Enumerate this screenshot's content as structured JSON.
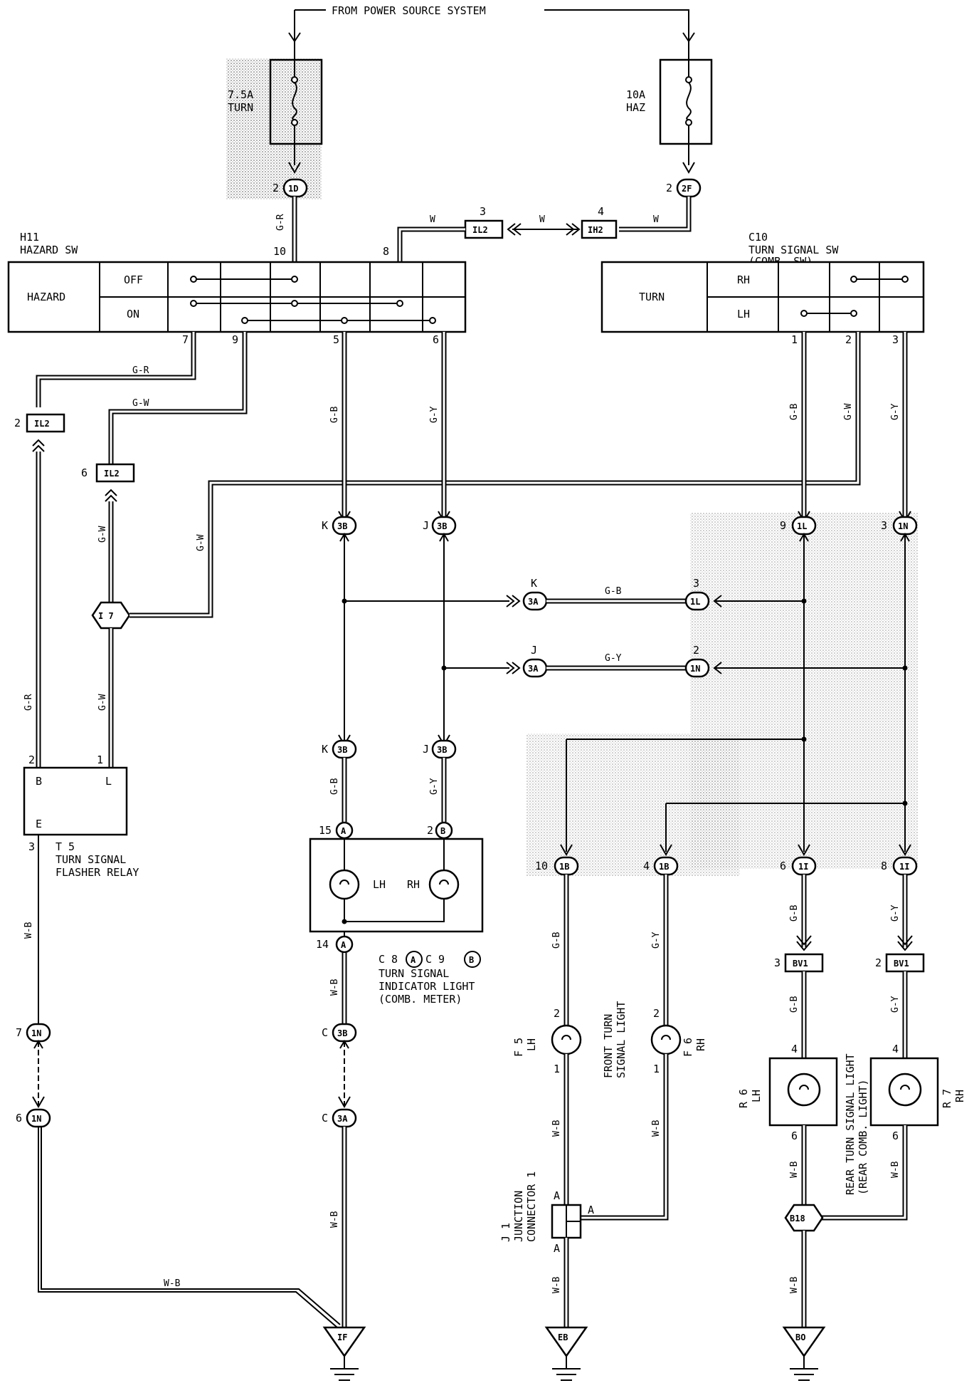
{
  "power_source": "FROM POWER SOURCE SYSTEM",
  "fuses": {
    "turn": {
      "rating": "7.5A",
      "name": "TURN"
    },
    "haz": {
      "rating": "10A",
      "name": "HAZ"
    }
  },
  "hazard_sw": {
    "id": "H11",
    "name": "HAZARD SW",
    "label": "HAZARD",
    "off": "OFF",
    "on": "ON"
  },
  "turn_sw": {
    "id": "C10",
    "name": "TURN SIGNAL SW",
    "sub": "(COMB. SW)",
    "label": "TURN",
    "rh": "RH",
    "lh": "LH"
  },
  "flasher": {
    "id": "T 5",
    "name1": "TURN SIGNAL",
    "name2": "FLASHER RELAY",
    "b": "B",
    "l": "L",
    "e": "E"
  },
  "indicator": {
    "id": "C 8",
    "conn_a": "A",
    "id2": "C 9",
    "conn_b": "B",
    "name1": "TURN SIGNAL",
    "name2": "INDICATOR LIGHT",
    "name3": "(COMB. METER)",
    "lh": "LH",
    "rh": "RH"
  },
  "front_lights": {
    "f5": "F 5",
    "f5_side": "LH",
    "f6": "F 6",
    "f6_side": "RH",
    "name1": "FRONT TURN",
    "name2": "SIGNAL LIGHT"
  },
  "rear_lights": {
    "r6": "R 6",
    "r6_side": "LH",
    "r7": "R 7",
    "r7_side": "RH",
    "name1": "REAR TURN SIGNAL LIGHT",
    "name2": "(REAR COMB. LIGHT)"
  },
  "junction": {
    "id": "J 1",
    "name1": "JUNCTION",
    "name2": "CONNECTOR 1",
    "a": "A"
  },
  "connectors": {
    "c_1D": "1D",
    "c_2F": "2F",
    "c_IL2": "IL2",
    "c_IH2": "IH2",
    "c_3B": "3B",
    "c_3A": "3A",
    "c_1L": "1L",
    "c_1N": "1N",
    "c_1B": "1B",
    "c_1I": "1I",
    "c_BV1": "BV1",
    "c_I7": "I 7",
    "c_B18": "B18",
    "c_A": "A",
    "c_B": "B"
  },
  "grounds": {
    "g1": "IF",
    "g2": "EB",
    "g3": "BO"
  },
  "wires": {
    "gr": "G-R",
    "gw": "G-W",
    "gb": "G-B",
    "gy": "G-Y",
    "w": "W",
    "wb": "W-B"
  },
  "pins": {
    "p1": "1",
    "p2": "2",
    "p3": "3",
    "p4": "4",
    "p5": "5",
    "p6": "6",
    "p7": "7",
    "p8": "8",
    "p9": "9",
    "p10": "10",
    "p14": "14",
    "p15": "15",
    "pK": "K",
    "pJ": "J",
    "pC": "C"
  }
}
